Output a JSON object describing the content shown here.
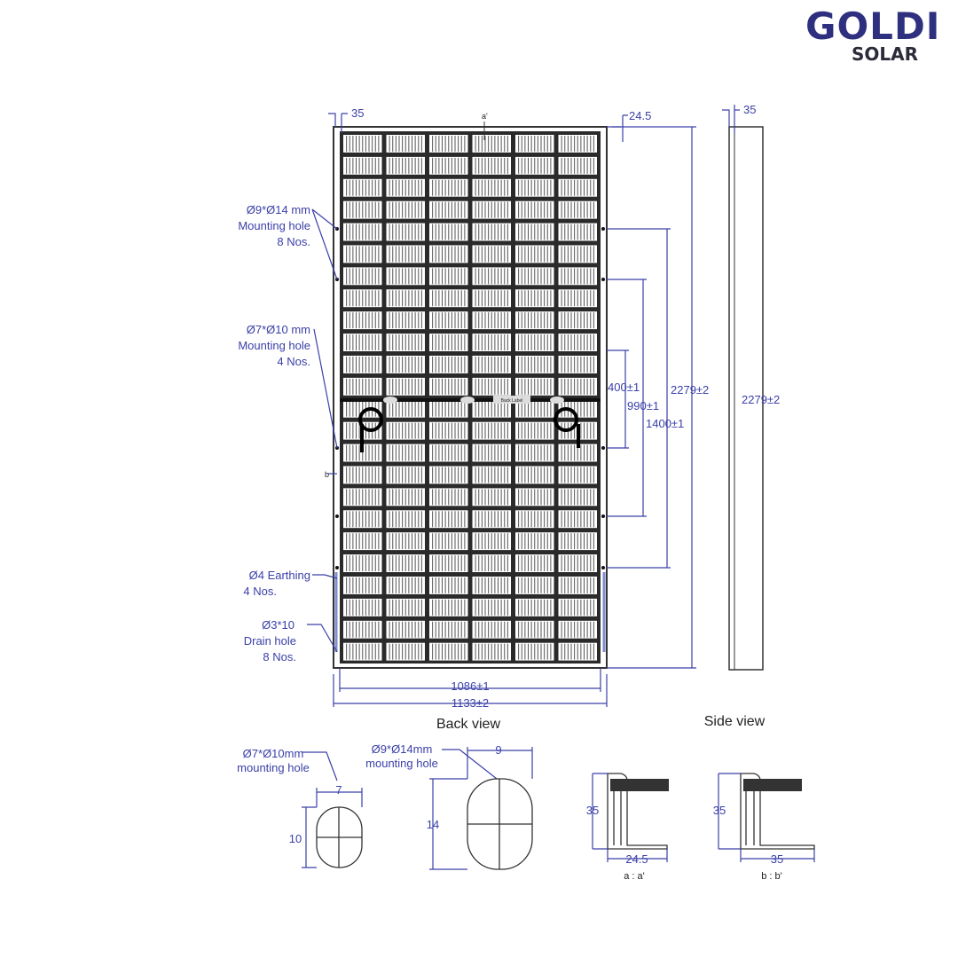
{
  "logo": {
    "brand": "GOLDI",
    "sub": "SOLAR",
    "color": "#2e2f7f"
  },
  "back_view": {
    "title": "Back view",
    "frame_width_label": "35",
    "section_a_label": "a'",
    "section_b_label": "b",
    "edge_offset_label": "24.5",
    "height_label": "2279±2",
    "hole_spacing_1400": "1400±1",
    "hole_spacing_990": "990±1",
    "hole_spacing_400": "400±1",
    "inner_width_label": "1086±1",
    "outer_width_label": "1133±2",
    "junction_label": "Back Label",
    "callouts": {
      "mount_large": [
        "Ø9*Ø14 mm",
        "Mounting hole",
        "8 Nos."
      ],
      "mount_small": [
        "Ø7*Ø10 mm",
        "Mounting hole",
        "4 Nos."
      ],
      "earthing": [
        "Ø4 Earthing",
        "4 Nos."
      ],
      "drain": [
        "Ø3*10",
        "Drain hole",
        "8 Nos."
      ]
    }
  },
  "side_view": {
    "title": "Side view",
    "thickness_label": "35",
    "height_label": "2279±2"
  },
  "details": {
    "small_hole": {
      "title": [
        "Ø7*Ø10mm",
        "mounting hole"
      ],
      "width": "7",
      "height": "10"
    },
    "large_hole": {
      "title": [
        "Ø9*Ø14mm",
        "mounting hole"
      ],
      "width": "9",
      "height": "14"
    },
    "section_a": {
      "height": "35",
      "width": "24.5",
      "label": "a : a'"
    },
    "section_b": {
      "height": "35",
      "width": "35",
      "label": "b : b'"
    }
  },
  "colors": {
    "dimension": "#3b40a8",
    "outline": "#333333"
  }
}
